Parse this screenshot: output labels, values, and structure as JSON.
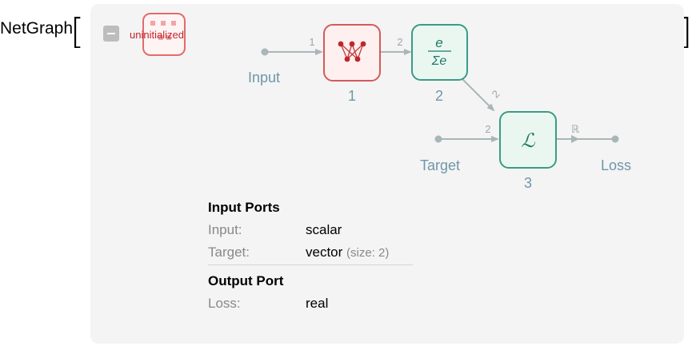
{
  "head": "NetGraph",
  "status": "uninitialized",
  "graph": {
    "input": "Input",
    "target": "Target",
    "loss": "Loss",
    "node1": "1",
    "node2": "2",
    "node3": "3",
    "e1": "1",
    "e2": "2",
    "e3": "2",
    "e4": "2",
    "e5": "ℝ",
    "softmax_top": "e",
    "softmax_bottom": "Σe",
    "loss_symbol": "ℒ"
  },
  "ports": {
    "input_header": "Input Ports",
    "input_label": "Input:",
    "input_value": "scalar",
    "target_label": "Target:",
    "target_value": "vector",
    "target_size": "(size: 2)",
    "output_header": "Output Port",
    "loss_label": "Loss:",
    "loss_value": "real"
  },
  "colors": {
    "red": "#d35b5b",
    "green": "#3a9b86",
    "edge": "#a9b6b7",
    "text": "#6f97a8"
  },
  "icons": [
    "minus-icon",
    "neural-net-icon",
    "softmax-icon",
    "loss-icon"
  ]
}
